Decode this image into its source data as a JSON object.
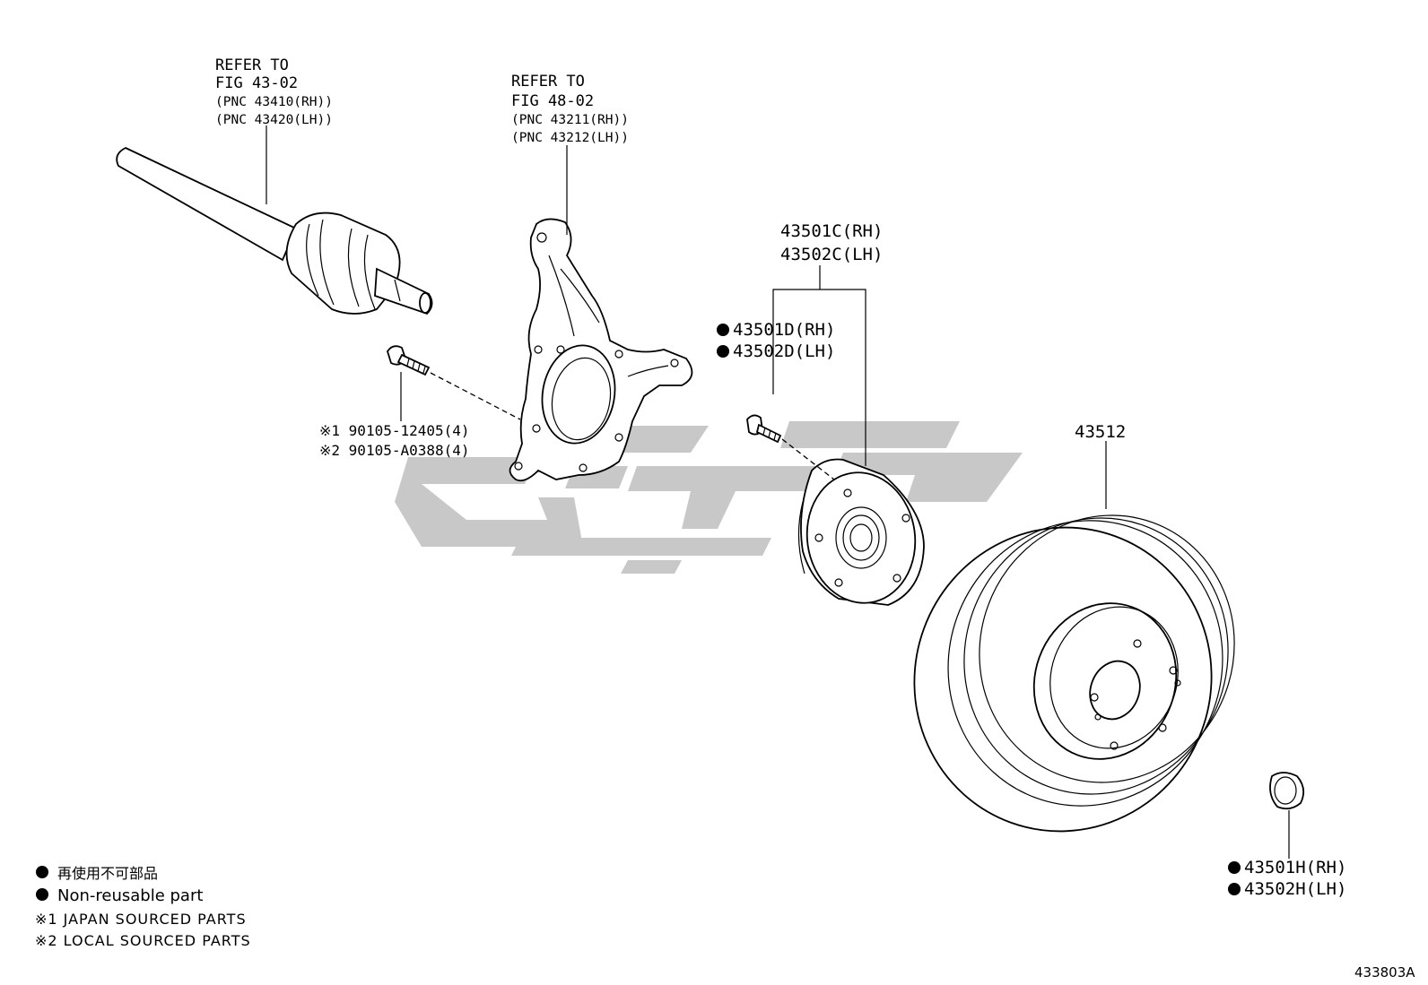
{
  "callouts": {
    "driveshaft": {
      "line1": "REFER TO",
      "line2": "FIG 43-02",
      "line3": "(PNC 43410(RH))",
      "line4": "(PNC 43420(LH))"
    },
    "knuckle": {
      "line1": "REFER TO",
      "line2": "FIG 48-02",
      "line3": "(PNC 43211(RH))",
      "line4": "(PNC 43212(LH))"
    },
    "bolt": {
      "line1": "※1 90105-12405(4)",
      "line2": "※2 90105-A0388(4)"
    },
    "hub_assembly": {
      "line1": "43501C(RH)",
      "line2": "43502C(LH)"
    },
    "hub_bolt": {
      "line1": "43501D(RH)",
      "line2": "43502D(LH)"
    },
    "disc": {
      "label": "43512"
    },
    "nut": {
      "line1": "43501H(RH)",
      "line2": "43502H(LH)"
    }
  },
  "legend": {
    "item1": "再使用不可部品",
    "item2": "Non-reusable part",
    "item3": "※1 JAPAN SOURCED PARTS",
    "item4": "※2 LOCAL SOURCED PARTS"
  },
  "figure_id": "433803A",
  "icons": {
    "bullet": "filled-circle",
    "watermark": "site-logo-watermark"
  },
  "colors": {
    "ink": "#000000",
    "watermark": "#c8c8c8",
    "background": "#ffffff"
  }
}
